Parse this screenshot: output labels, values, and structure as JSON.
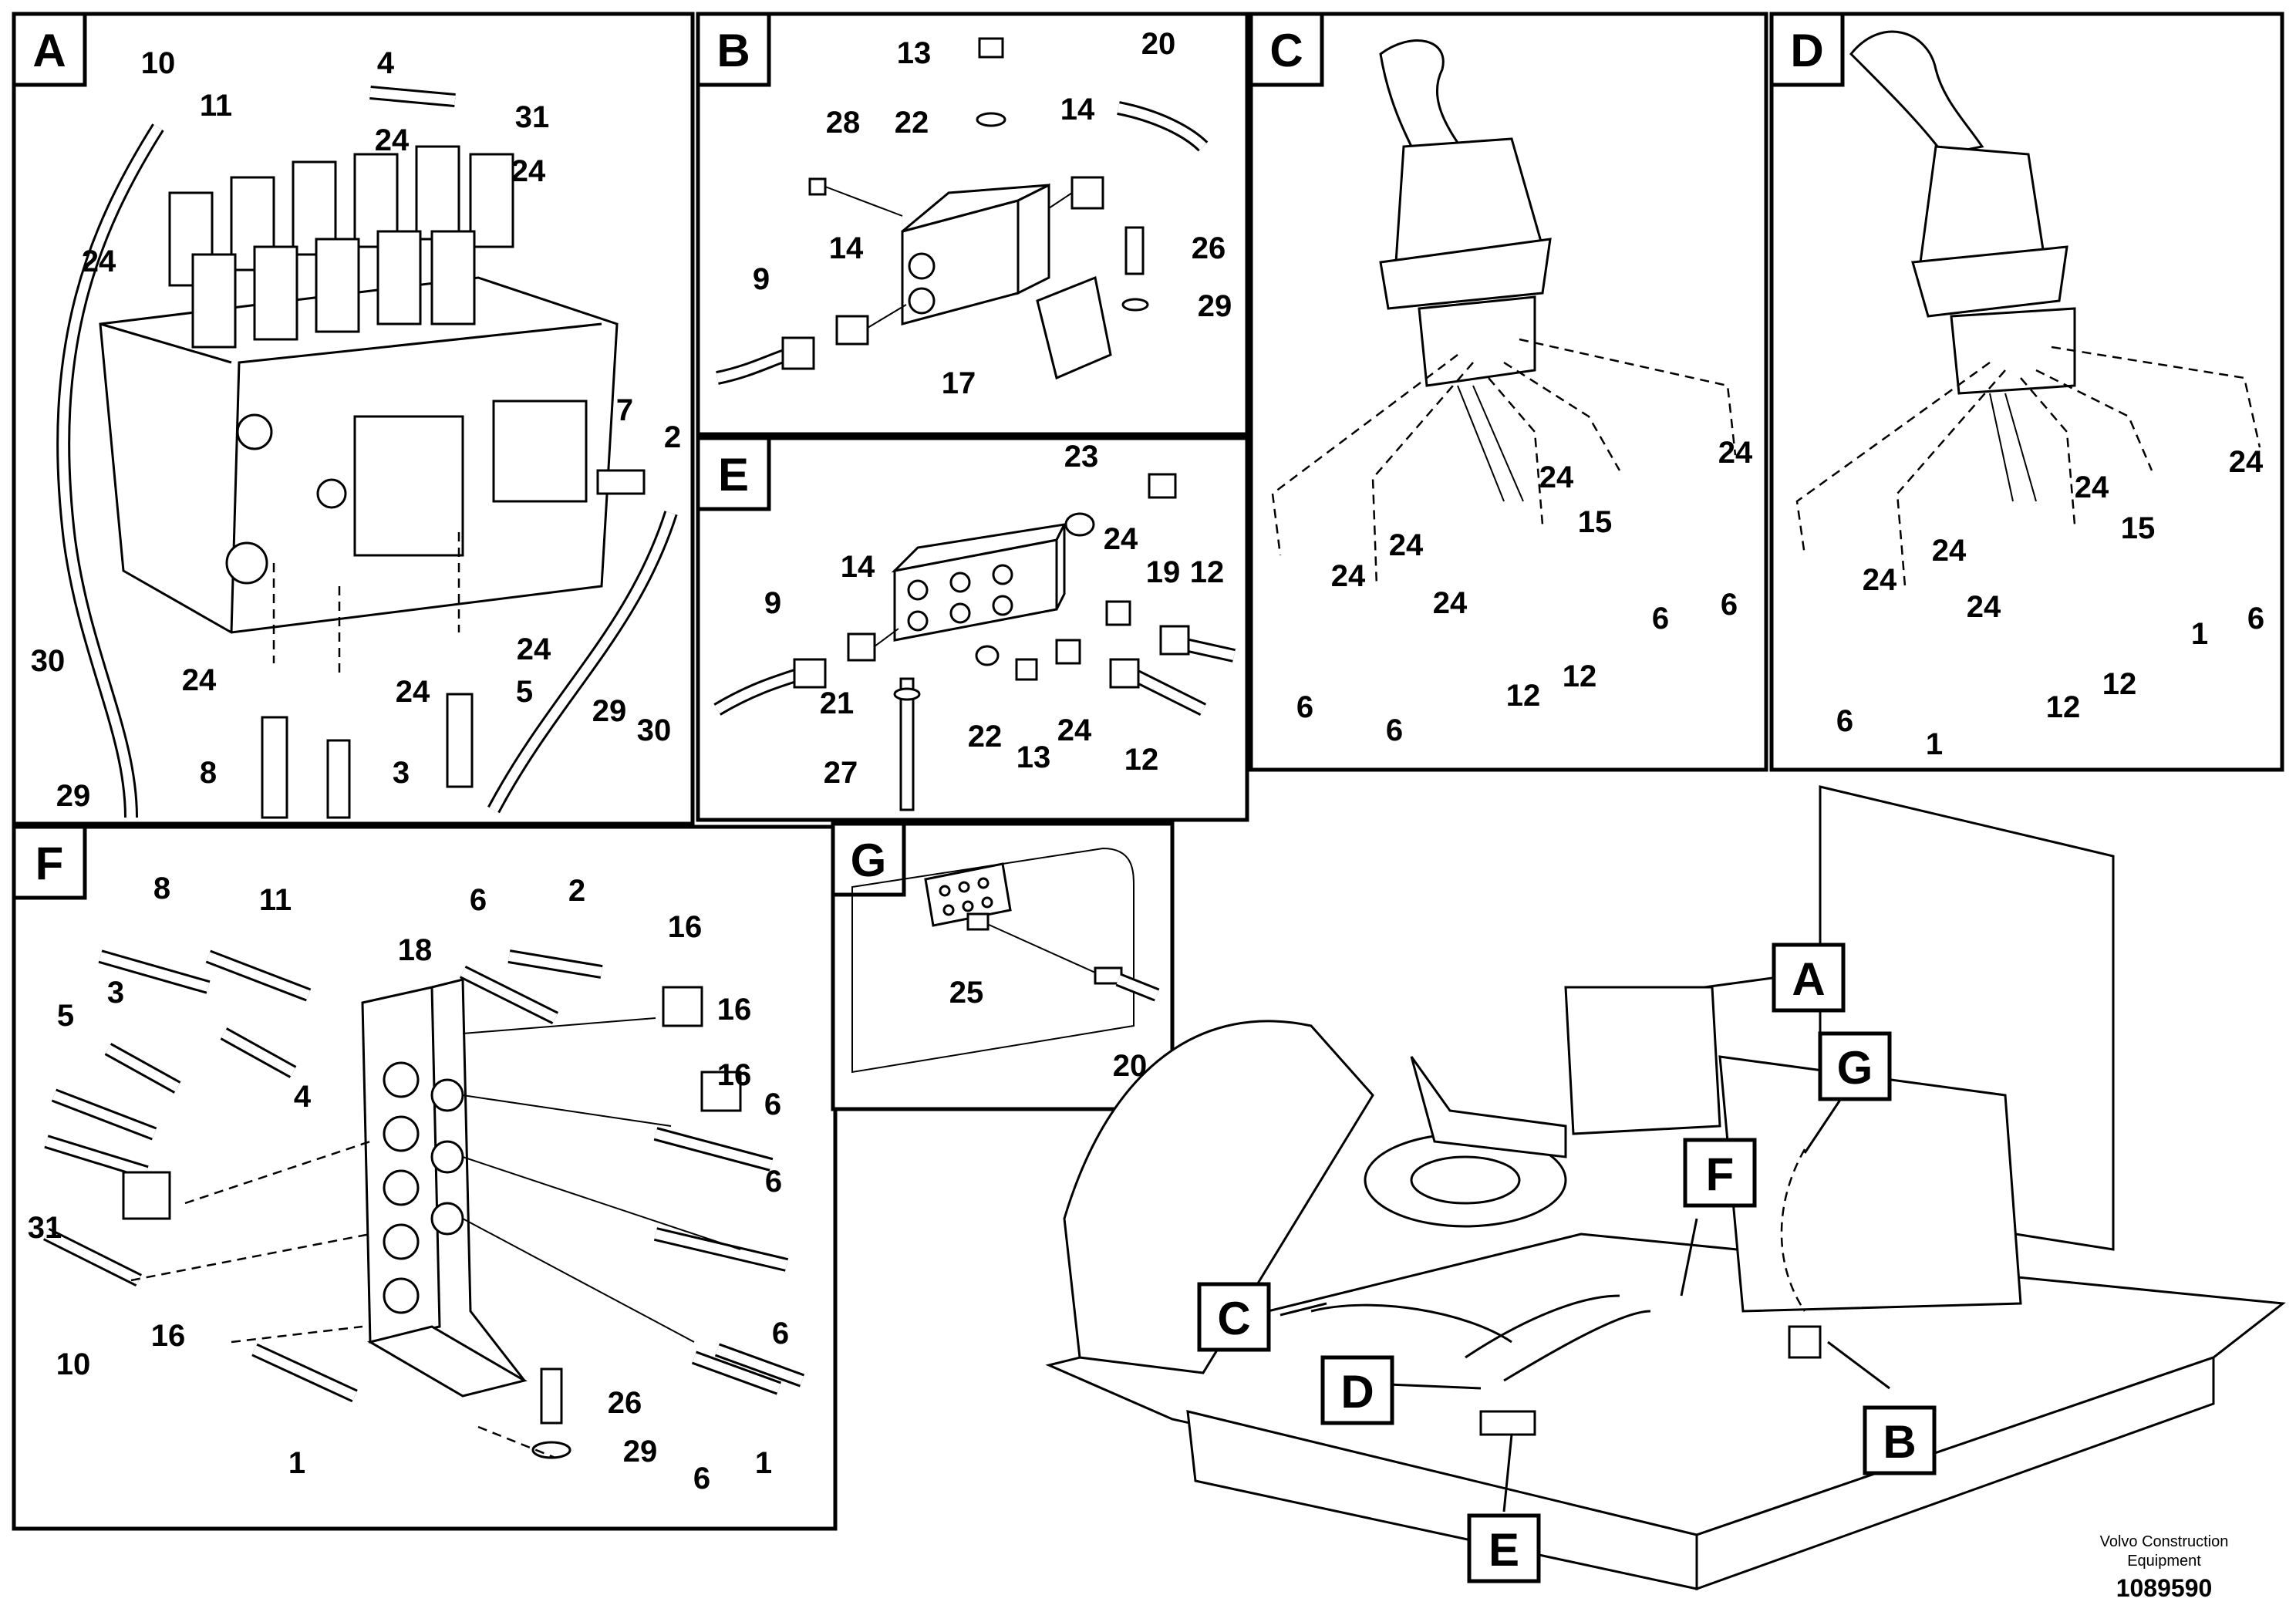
{
  "panels": [
    {
      "letter": "A",
      "callouts": [
        "10",
        "4",
        "11",
        "24",
        "31",
        "24",
        "24",
        "7",
        "2",
        "24",
        "24",
        "24",
        "5",
        "30",
        "29",
        "8",
        "3",
        "29",
        "30"
      ]
    },
    {
      "letter": "B",
      "callouts": [
        "13",
        "20",
        "22",
        "28",
        "14",
        "26",
        "14",
        "29",
        "9",
        "17"
      ]
    },
    {
      "letter": "C",
      "callouts": [
        "24",
        "24",
        "15",
        "24",
        "24",
        "24",
        "6",
        "6",
        "12",
        "12",
        "6",
        "6"
      ]
    },
    {
      "letter": "D",
      "callouts": [
        "24",
        "24",
        "15",
        "24",
        "24",
        "24",
        "1",
        "6",
        "12",
        "12",
        "6",
        "1"
      ]
    },
    {
      "letter": "E",
      "callouts": [
        "23",
        "14",
        "24",
        "19",
        "12",
        "9",
        "21",
        "22",
        "13",
        "24",
        "12",
        "27"
      ]
    },
    {
      "letter": "F",
      "callouts": [
        "8",
        "11",
        "6",
        "2",
        "16",
        "18",
        "16",
        "3",
        "5",
        "4",
        "16",
        "6",
        "31",
        "16",
        "6",
        "10",
        "6",
        "26",
        "29",
        "1",
        "6",
        "1"
      ]
    },
    {
      "letter": "G",
      "callouts": [
        "25",
        "20"
      ]
    }
  ],
  "overview_labels": [
    "A",
    "G",
    "F",
    "C",
    "D",
    "B",
    "E"
  ],
  "credit": {
    "line1": "Volvo Construction",
    "line2": "Equipment",
    "number": "1089590"
  }
}
